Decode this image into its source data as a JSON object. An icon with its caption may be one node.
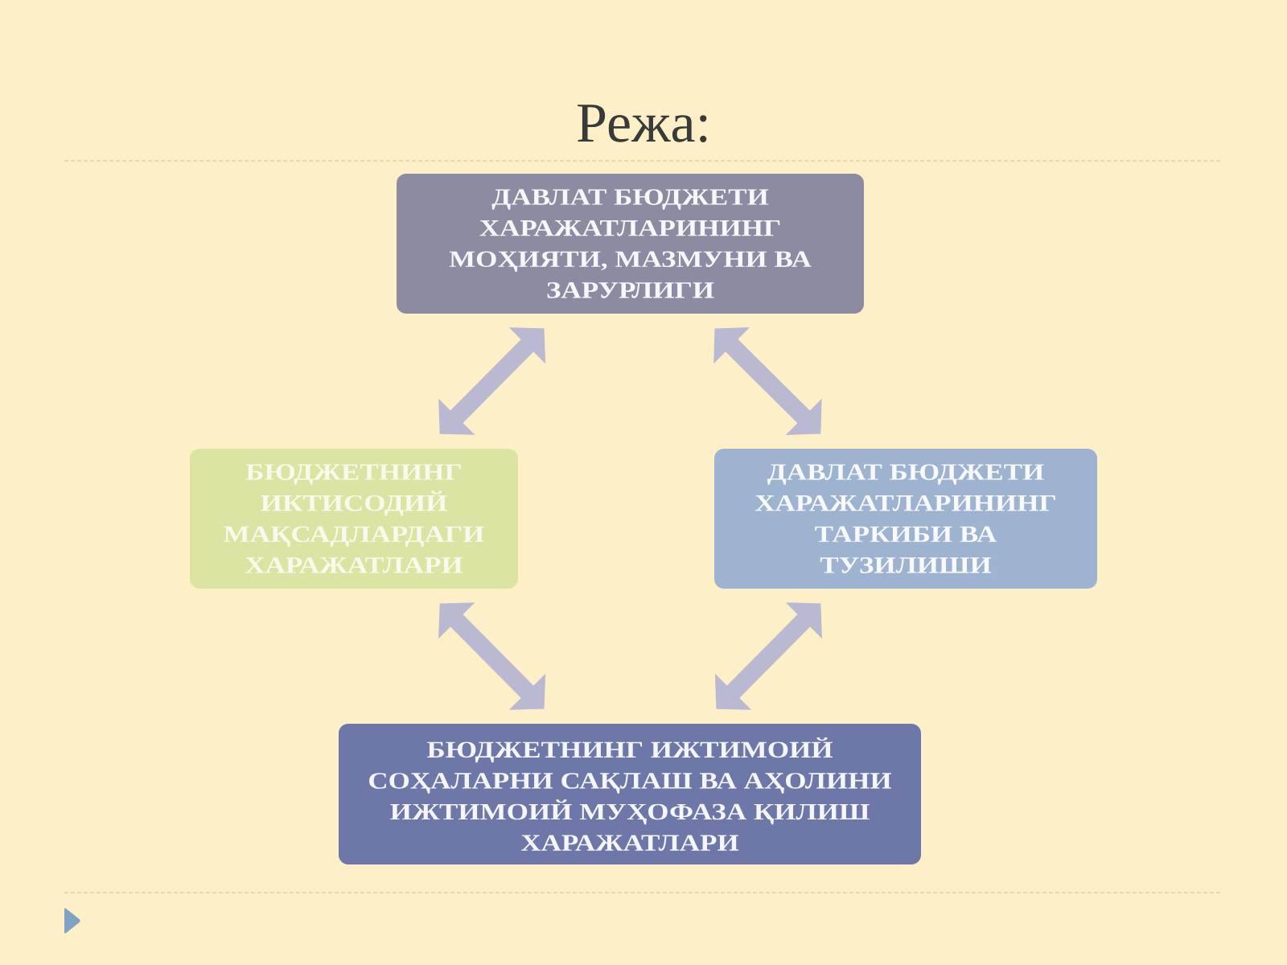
{
  "diagram": {
    "title": "Режа:",
    "nodes": [
      {
        "text": [
          "ДАВЛАТ БЮДЖЕТИ ХАРАЖАТЛАРИНИНГ МОҲИЯТИ, МАЗМУНИ ВА ЗАРУРЛИГИ"
        ]
      },
      {
        "text": [
          "БЮДЖЕТНИНГ ИКТИСОДИЙ МАҚСАДЛАРДАГИ ХАРАЖАТЛАРИ"
        ]
      },
      {
        "text": [
          "ДАВЛАТ БЮДЖЕТИ ХАРАЖАТЛАРИНИНГ ТАРКИБИ ВА ТУЗИЛИШИ"
        ]
      },
      {
        "text": [
          "БЮДЖЕТНИНГ ИЖТИМОИЙ СОҲАЛАРНИ САҚЛАШ ВА АҲОЛИНИ ИЖТИМОИЙ МУҲОФАЗА ҚИЛИШ ХАРАЖАТЛАРИ"
        ]
      }
    ],
    "edges": [
      {
        "from": 0,
        "to": 1,
        "arrow": "both"
      },
      {
        "from": 0,
        "to": 2,
        "arrow": "both"
      },
      {
        "from": 1,
        "to": 3,
        "arrow": "both"
      },
      {
        "from": 2,
        "to": 3,
        "arrow": "both"
      }
    ]
  }
}
